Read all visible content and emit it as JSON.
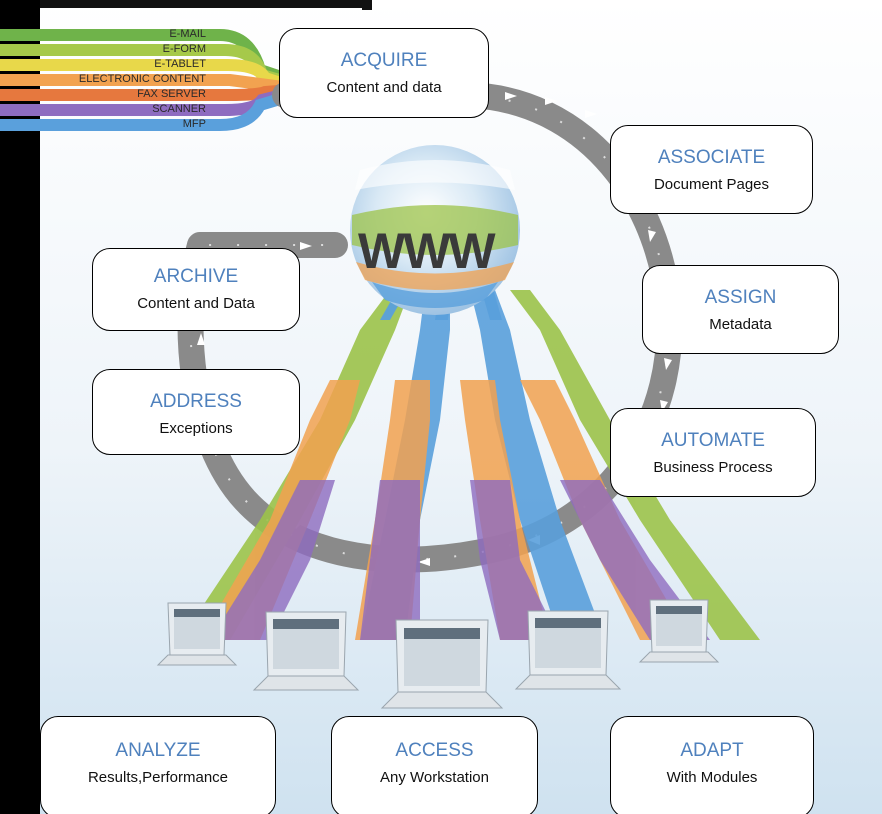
{
  "sources": [
    {
      "label": "E-MAIL",
      "color": "#6fb34a"
    },
    {
      "label": "E-FORM",
      "color": "#a6c94a"
    },
    {
      "label": "E-TABLET",
      "color": "#e8d84a"
    },
    {
      "label": "ELECTRONIC CONTENT",
      "color": "#f2a250"
    },
    {
      "label": "FAX SERVER",
      "color": "#e6783e"
    },
    {
      "label": "SCANNER",
      "color": "#8e6cc0"
    },
    {
      "label": "MFP",
      "color": "#5aa0dc"
    }
  ],
  "globe": {
    "text": "WWW"
  },
  "steps": {
    "acquire": {
      "title": "ACQUIRE",
      "subtitle": "Content and data"
    },
    "associate": {
      "title": "ASSOCIATE",
      "subtitle": "Document Pages"
    },
    "assign": {
      "title": "ASSIGN",
      "subtitle": "Metadata"
    },
    "automate": {
      "title": "AUTOMATE",
      "subtitle": "Business Process"
    },
    "archive": {
      "title": "ARCHIVE",
      "subtitle": "Content and Data"
    },
    "address": {
      "title": "ADDRESS",
      "subtitle": "Exceptions"
    },
    "analyze": {
      "title": "ANALYZE",
      "subtitle": "Results,Performance"
    },
    "access": {
      "title": "ACCESS",
      "subtitle": "Any Workstation"
    },
    "adapt": {
      "title": "ADAPT",
      "subtitle": "With Modules"
    }
  },
  "colors": {
    "title_blue": "#4f81bd",
    "ring_gray": "#8a8a8a",
    "stream_blue": "#5aa0dc",
    "stream_orange": "#f2a250",
    "stream_purple": "#8e6cc0",
    "stream_green": "#9cc34a"
  }
}
